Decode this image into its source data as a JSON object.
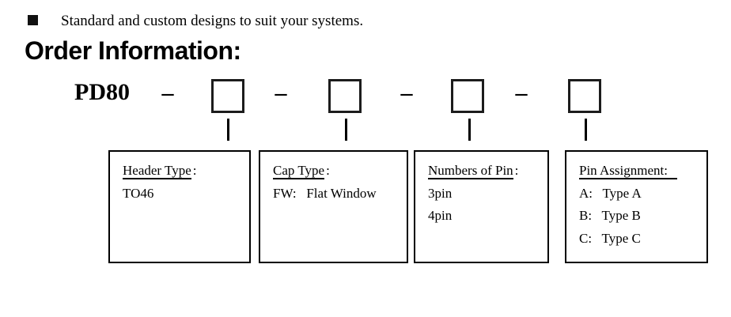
{
  "page": {
    "background_color": "#ffffff",
    "text_color": "#000000",
    "bullet_marker_icon": "black-square-bullet"
  },
  "bullet_item": {
    "text": "Standard and custom designs to suit your systems."
  },
  "heading": "Order Information:",
  "part_number": {
    "prefix": "PD80",
    "separator": "–",
    "code_box_count": 4
  },
  "fields": [
    {
      "title": "Header Type",
      "colon": ":",
      "lines": [
        "TO46"
      ]
    },
    {
      "title": "Cap Type",
      "colon": ":",
      "lines": [
        "FW:   Flat Window"
      ]
    },
    {
      "title": "Numbers of Pin",
      "colon": ":",
      "lines": [
        "3pin",
        "4pin"
      ]
    },
    {
      "title": "Pin Assignment:",
      "colon": "",
      "lines": [
        "A:   Type A",
        "B:   Type B",
        "C:   Type C"
      ]
    }
  ]
}
